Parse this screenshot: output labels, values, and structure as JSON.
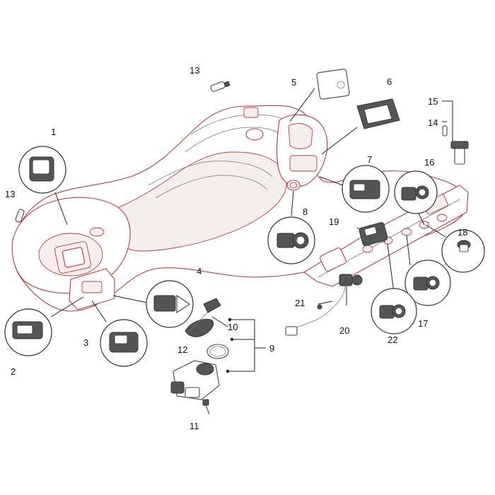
{
  "labels": {
    "c1": "1",
    "c2": "2",
    "c3": "3",
    "c4": "4",
    "c5": "5",
    "c6": "6",
    "c7": "7",
    "c8": "8",
    "c9": "9",
    "c10": "10",
    "c11": "11",
    "c12": "12",
    "c13a": "13",
    "c13b": "13",
    "c14": "14",
    "c15": "15",
    "c16": "16",
    "c17": "17",
    "c18": "18",
    "c19": "19",
    "c20": "20",
    "c21": "21",
    "c22": "22"
  }
}
